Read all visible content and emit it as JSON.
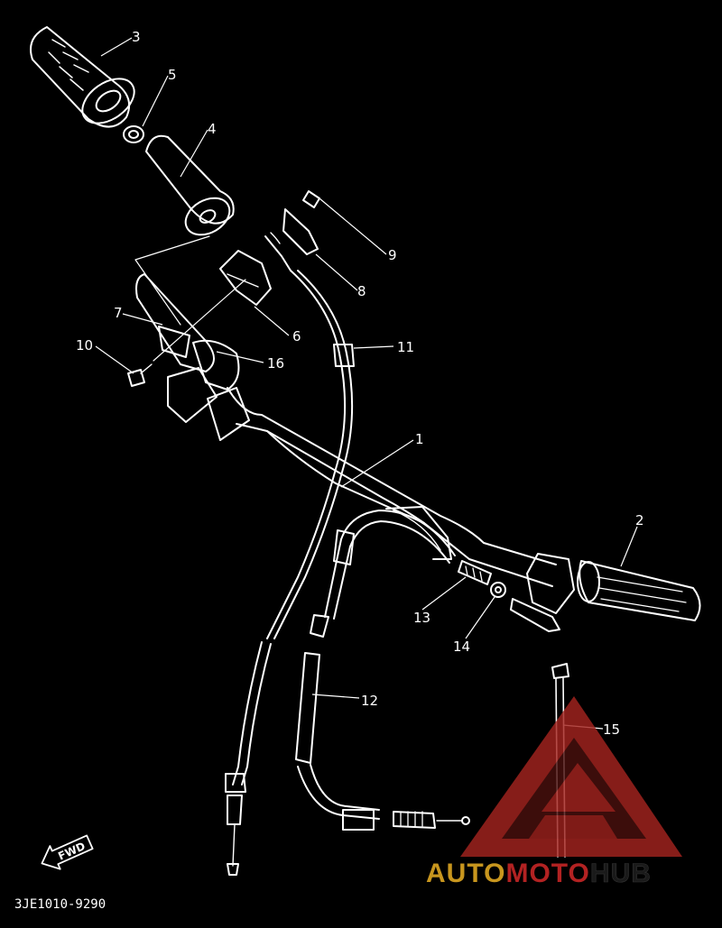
{
  "diagram": {
    "part_code": "3JE1010-9290",
    "fwd_label": "FWD",
    "callouts": [
      "1",
      "2",
      "3",
      "4",
      "5",
      "6",
      "7",
      "8",
      "9",
      "10",
      "11",
      "12",
      "13",
      "14",
      "15",
      "16"
    ]
  },
  "watermark": {
    "part1": "AUTO",
    "part2": "MOTO",
    "part3": "HUB",
    "colors": {
      "auto": "#c8961e",
      "moto": "#b22222",
      "hub": "#1a1a1a",
      "triangle": "#a4241f"
    }
  }
}
